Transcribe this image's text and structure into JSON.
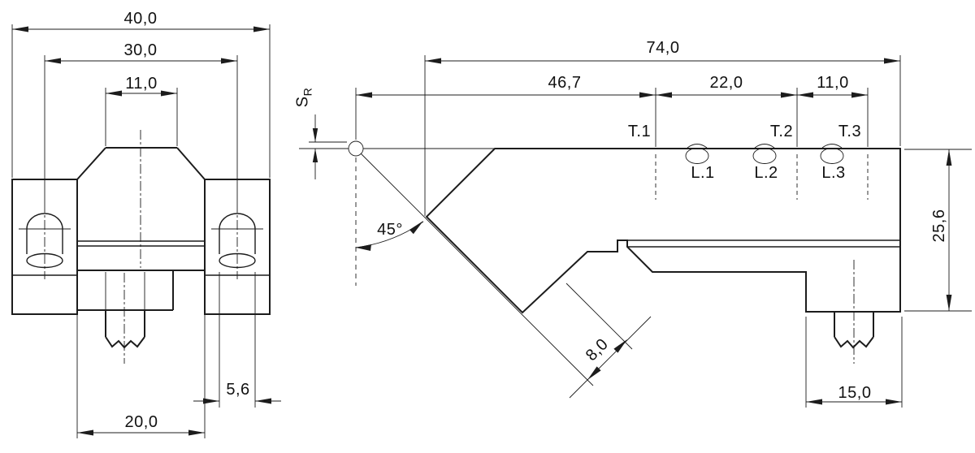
{
  "drawing": {
    "line_color": "#1c1c1c",
    "background_color": "#ffffff",
    "front_view": {
      "dims": {
        "total_width": "40,0",
        "hole_spacing": "30,0",
        "top_flat_width": "11,0",
        "slot_width": "5,6",
        "body_width": "20,0"
      }
    },
    "side_view": {
      "dims": {
        "total_length": "74,0",
        "first_position": "46,7",
        "second_spacing": "22,0",
        "third_spacing": "11,0",
        "height": "25,6",
        "foot_width": "15,0",
        "arm_thickness": "8,0",
        "bend_angle": "45°"
      },
      "radius_symbol": {
        "main": "S",
        "sub": "R"
      },
      "t_labels": [
        "T.1",
        "T.2",
        "T.3"
      ],
      "l_labels": [
        "L.1",
        "L.2",
        "L.3"
      ]
    }
  }
}
